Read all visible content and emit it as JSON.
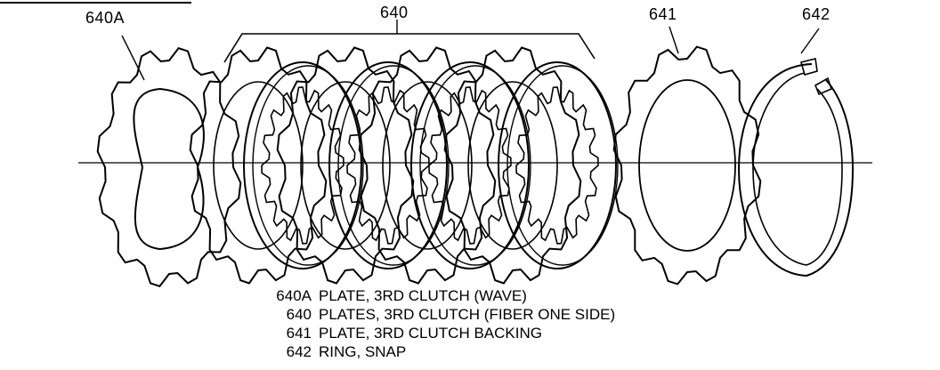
{
  "diagram": {
    "callouts": [
      {
        "id": "640A",
        "label": "640A"
      },
      {
        "id": "640",
        "label": "640"
      },
      {
        "id": "641",
        "label": "641"
      },
      {
        "id": "642",
        "label": "642"
      }
    ],
    "legend": [
      {
        "code": "640A",
        "text": "PLATE, 3RD CLUTCH (WAVE)"
      },
      {
        "code": "640",
        "text": "PLATES, 3RD CLUTCH (FIBER ONE SIDE)"
      },
      {
        "code": "641",
        "text": "PLATE, 3RD CLUTCH BACKING"
      },
      {
        "code": "642",
        "text": "RING, SNAP"
      }
    ]
  }
}
